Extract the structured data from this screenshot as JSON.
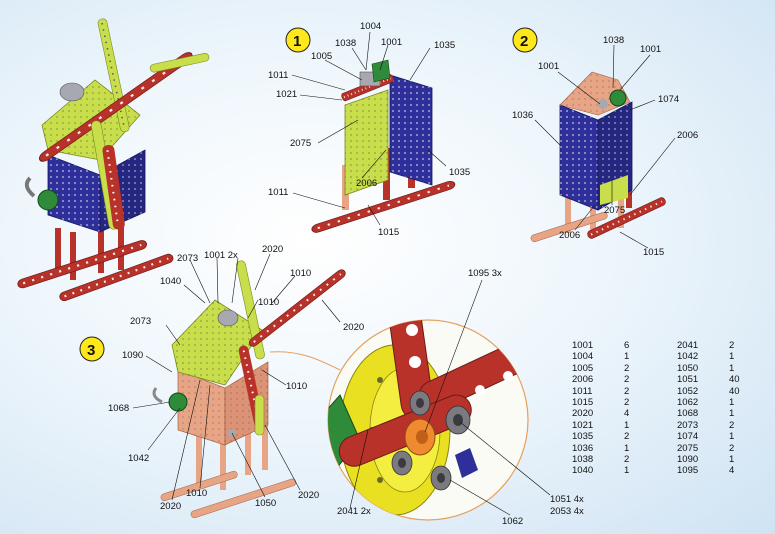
{
  "steps": [
    "1",
    "2",
    "3"
  ],
  "labels": {
    "s1": [
      "1004",
      "1038",
      "1001",
      "1005",
      "1035",
      "1011",
      "1021",
      "2075",
      "2006",
      "1035",
      "1011",
      "1015"
    ],
    "s2": [
      "1038",
      "1001",
      "1001",
      "1074",
      "1036",
      "2006",
      "2075",
      "2006",
      "1015"
    ],
    "s3": [
      "2073",
      "1001 2x",
      "2020",
      "1040",
      "1010",
      "1010",
      "2073",
      "1090",
      "2020",
      "1068",
      "1010",
      "1042",
      "2020",
      "1010",
      "1050",
      "2020"
    ],
    "detail": [
      "1095 3x",
      "2041 2x",
      "1051 4x",
      "2053 4x",
      "1062"
    ]
  },
  "parts_list": {
    "left": [
      [
        "1001",
        "6"
      ],
      [
        "1004",
        "1"
      ],
      [
        "1005",
        "2"
      ],
      [
        "2006",
        "2"
      ],
      [
        "1011",
        "2"
      ],
      [
        "1015",
        "2"
      ],
      [
        "2020",
        "4"
      ],
      [
        "1021",
        "1"
      ],
      [
        "1035",
        "2"
      ],
      [
        "1036",
        "1"
      ],
      [
        "1038",
        "2"
      ],
      [
        "1040",
        "1"
      ]
    ],
    "right": [
      [
        "2041",
        "2"
      ],
      [
        "1042",
        "1"
      ],
      [
        "1050",
        "1"
      ],
      [
        "1051",
        "40"
      ],
      [
        "1052",
        "40"
      ],
      [
        "1062",
        "1"
      ],
      [
        "1068",
        "1"
      ],
      [
        "2073",
        "2"
      ],
      [
        "1074",
        "1"
      ],
      [
        "2075",
        "2"
      ],
      [
        "1090",
        "1"
      ],
      [
        "1095",
        "4"
      ]
    ]
  },
  "colors": {
    "red_strip": "#b8322a",
    "blue_plate": "#2e2f9a",
    "lime_plate": "#c8de4a",
    "salmon_plate": "#e8a585",
    "green_part": "#2f8a3a",
    "yellow_wheel": "#e8e020",
    "orange_washer": "#f08a30",
    "step_circle": "#ffe81a",
    "leader_orange": "#e4a060"
  },
  "icons": [
    "windmill-model-icon",
    "bolt-icon",
    "washer-icon",
    "wheel-icon"
  ]
}
